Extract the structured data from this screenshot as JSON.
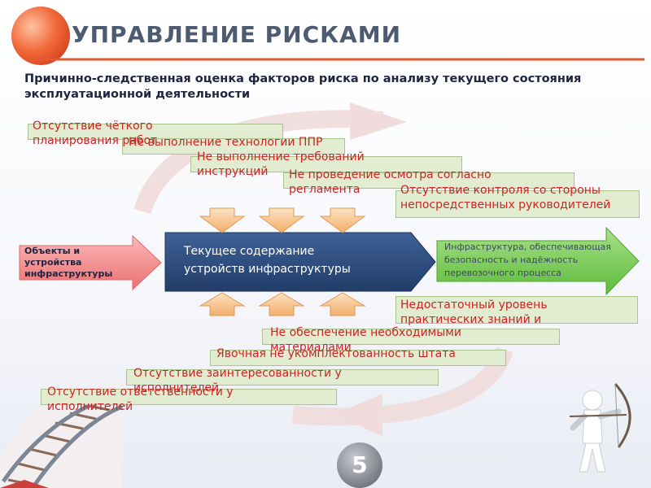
{
  "slide": {
    "title": "УПРАВЛЕНИЕ РИСКАМИ",
    "subtitle": "Причинно-следственная оценка факторов риска по анализу текущего состояния эксплуатационной деятельности",
    "page_number": "5"
  },
  "diagram": {
    "input_label": "Объекты и устройства инфраструктуры",
    "center_label_line1": "Текущее содержание",
    "center_label_line2": "устройств инфраструктуры",
    "output_label": "Инфраструктура, обеспечивающая безопасность и надёжность перевозочного процесса",
    "upper_factors": [
      "Отсутствие  чёткого планирования работ",
      "Не выполнение технологии ППР",
      "Не выполнение требований инструкций",
      "Не проведение осмотра согласно регламента",
      "Отсутствие контроля со стороны непосредственных руководителей"
    ],
    "lower_factors": [
      "Недостаточный уровень практических знаний и",
      "Не обеспечение необходимыми материалами",
      "Явочная не укомплектованность штата",
      "Отсутствие заинтересованности у исполнителей",
      "Отсутствие ответственности у исполнителей"
    ]
  },
  "colors": {
    "title": "#4d5b71",
    "risk_text": "#cc2424",
    "factor_box": "#e2ecd0",
    "center_box": "#2f4f80",
    "input_arrow": "#f08a8a",
    "output_arrow": "#7fce58",
    "connector_arrows": "#f4c48e",
    "accent_line": "#e8582d"
  }
}
